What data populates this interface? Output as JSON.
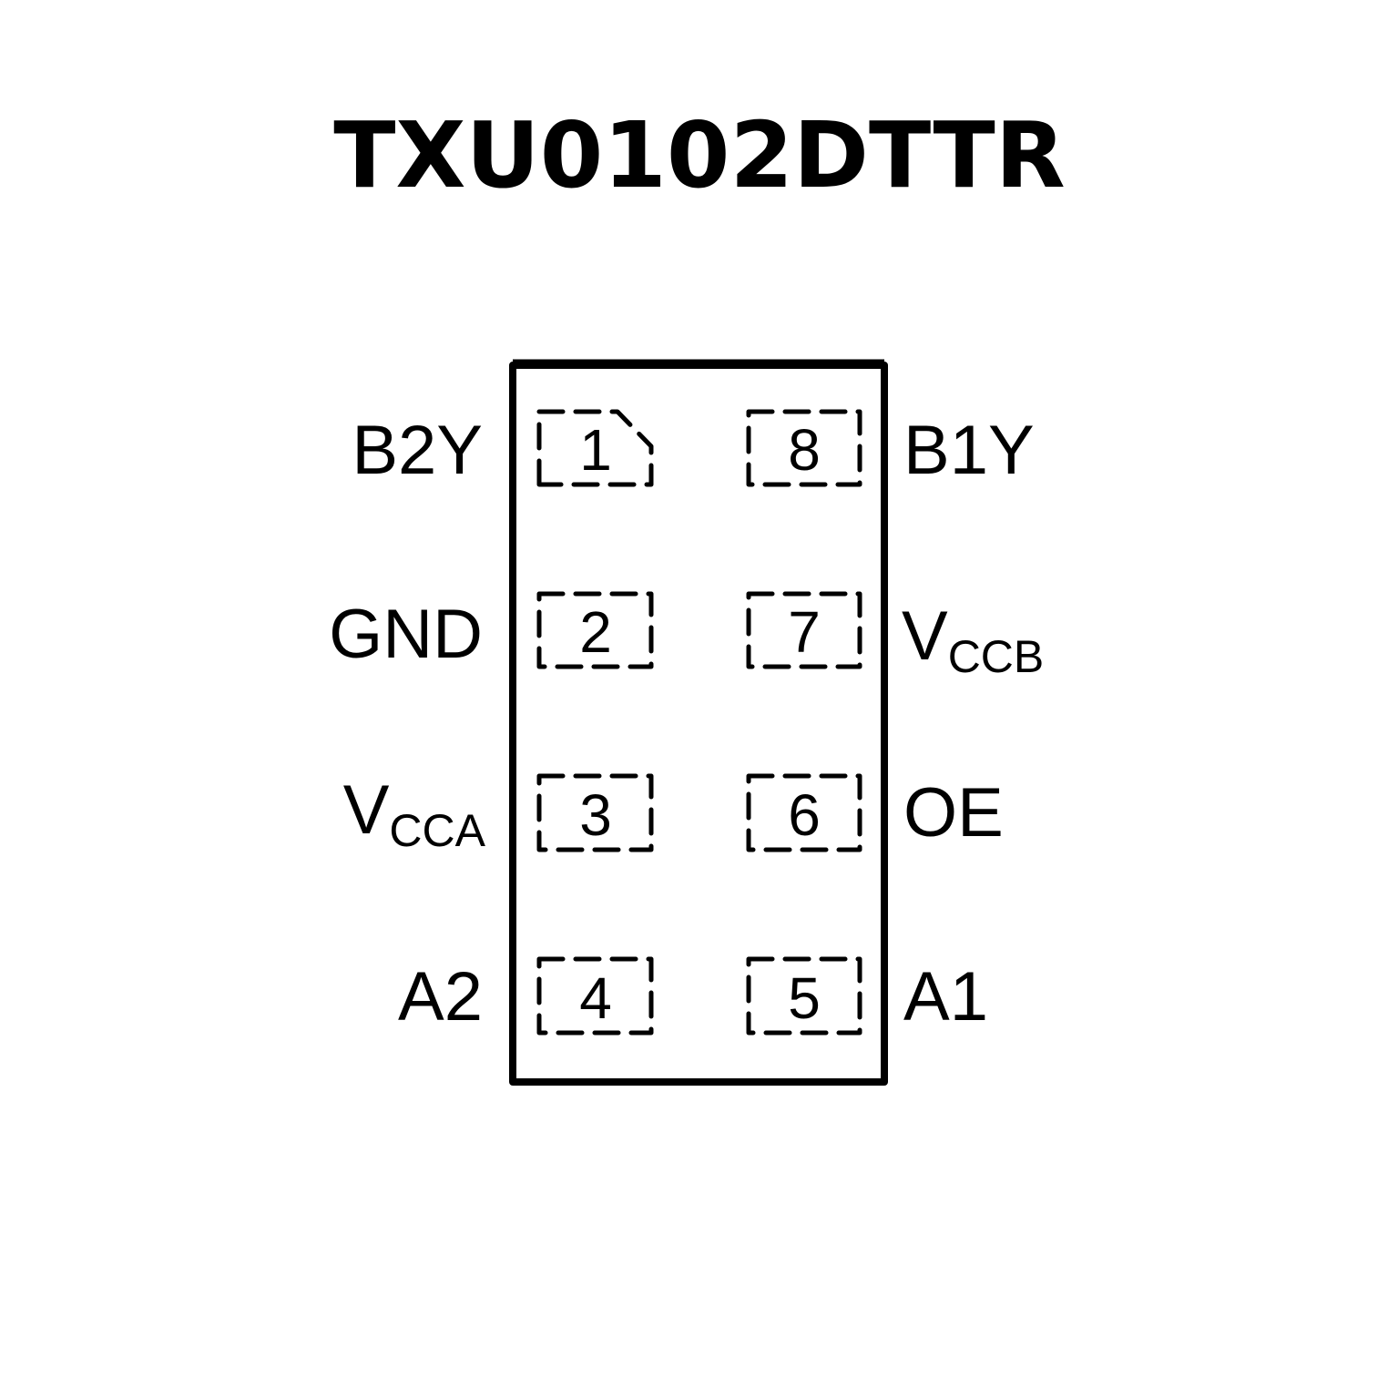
{
  "title": "TXU0102DTTR",
  "pins": [
    {
      "number": "1",
      "name": "B2Y"
    },
    {
      "number": "2",
      "name": "GND"
    },
    {
      "number": "3",
      "name": "V",
      "sub": "CCA"
    },
    {
      "number": "4",
      "name": "A2"
    },
    {
      "number": "5",
      "name": "A1"
    },
    {
      "number": "6",
      "name": "OE"
    },
    {
      "number": "7",
      "name": "V",
      "sub": "CCB"
    },
    {
      "number": "8",
      "name": "B1Y"
    }
  ]
}
